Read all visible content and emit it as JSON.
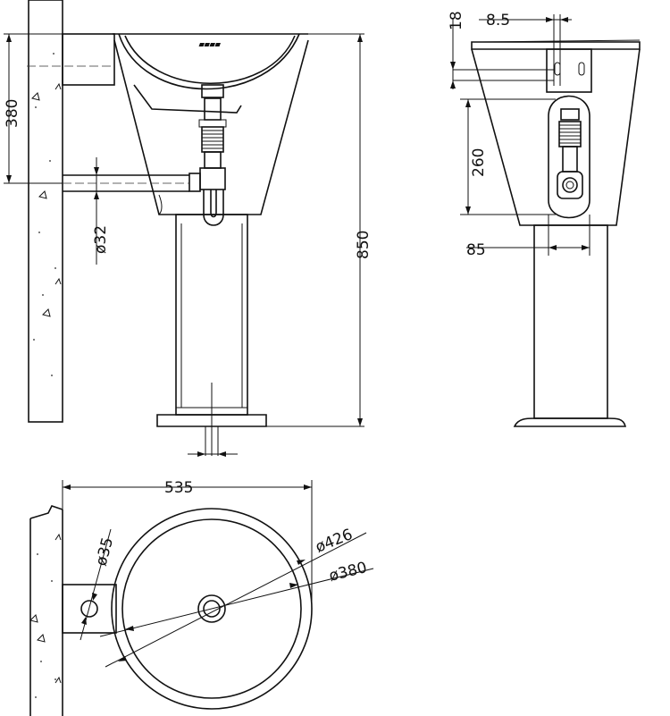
{
  "drawing": {
    "dimensions": {
      "mount_height": "380",
      "drain_diameter": "ø32",
      "total_height": "850",
      "offset_small": "18",
      "offset_side": "8.5",
      "siphon_depth": "260",
      "pedestal_width": "85",
      "overall_width": "535",
      "pipe_diameter": "ø35",
      "outer_diameter": "ø426",
      "inner_diameter": "ø380"
    },
    "brand_mark": "logo-mark"
  }
}
